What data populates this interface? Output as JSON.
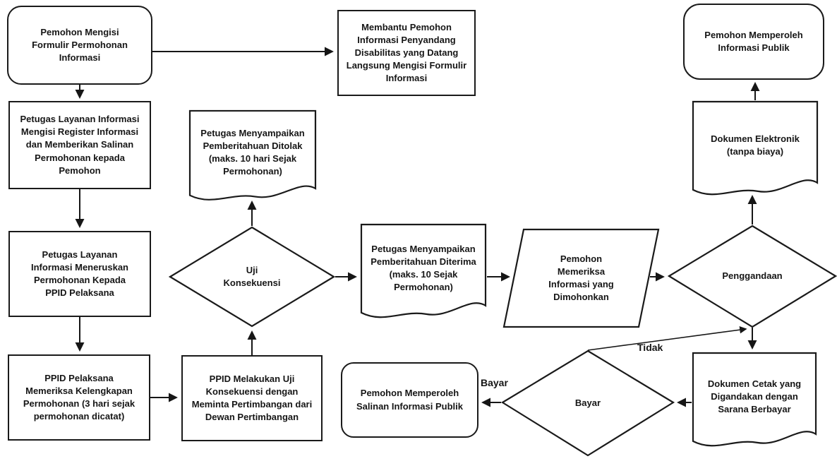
{
  "diagram": {
    "type": "flowchart",
    "language": "Indonesian",
    "colors": {
      "stroke": "#1a1a1a",
      "background": "#ffffff",
      "text": "#161616"
    },
    "nodes": {
      "fill_form": "Pemohon Mengisi Formulir Permohonan Informasi",
      "assist_disability": "Membantu Pemohon Informasi Penyandang Disabilitas yang Datang Langsung Mengisi Formulir Informasi",
      "register": "Petugas Layanan Informasi Mengisi Register Informasi dan Memberikan Salinan Permohonan kepada Pemohon",
      "forward_ppid": "Petugas Layanan Informasi Meneruskan Permohonan Kepada PPID Pelaksana",
      "check_completeness": "PPID Pelaksana Memeriksa Kelengkapan Permohonan (3 hari sejak permohonan dicatat)",
      "consequence_exec": "PPID Melakukan Uji Konsekuensi dengan Meminta Pertimbangan dari Dewan Pertimbangan",
      "rejected_notice": "Petugas Menyampaikan Pemberitahuan Ditolak (maks. 10 hari Sejak Permohonan)",
      "consequence_test": "Uji Konsekuensi",
      "accepted_notice": "Petugas Menyampaikan Pemberitahuan Diterima (maks. 10 Sejak Permohonan)",
      "examine_info": "Pemohon Memeriksa Informasi yang Dimohonkan",
      "duplication": "Penggandaan",
      "electronic_doc": "Dokumen Elektronik (tanpa biaya)",
      "obtain_public_info": "Pemohon Memperoleh Informasi Publik",
      "printed_doc": "Dokumen Cetak yang Digandakan dengan Sarana Berbayar",
      "pay_decision": "Bayar",
      "obtain_copy": "Pemohon Memperoleh Salinan Informasi Publik"
    },
    "edge_labels": {
      "tidak": "Tidak",
      "bayar": "Bayar"
    }
  }
}
